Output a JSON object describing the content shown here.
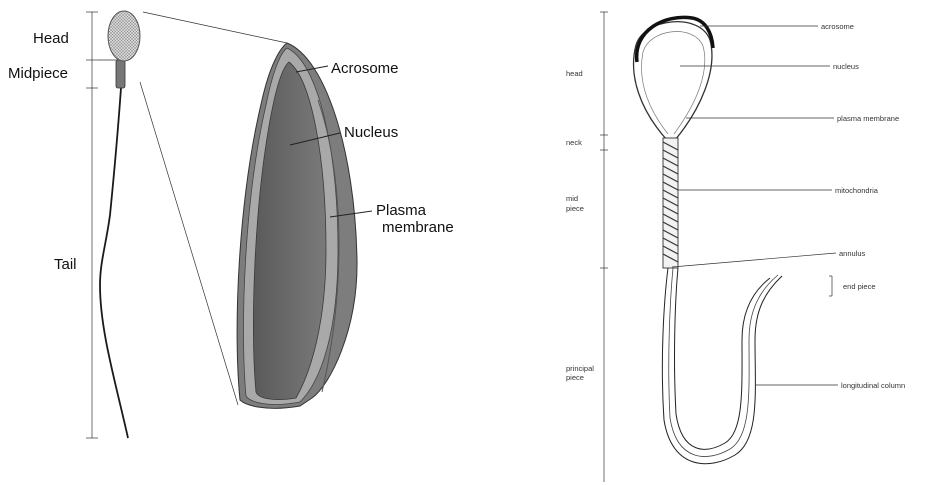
{
  "left_diagram": {
    "region_labels": {
      "head": "Head",
      "midpiece": "Midpiece",
      "tail": "Tail"
    },
    "detail_labels": {
      "acrosome": "Acrosome",
      "nucleus": "Nucleus",
      "plasma_membrane_line1": "Plasma",
      "plasma_membrane_line2": "membrane"
    }
  },
  "right_diagram": {
    "region_labels": {
      "head": "head",
      "neck": "neck",
      "mid_piece_line1": "mid",
      "mid_piece_line2": "piece",
      "principal_piece_line1": "principal",
      "principal_piece_line2": "piece"
    },
    "structure_labels": {
      "acrosome": "acrosome",
      "nucleus": "nucleus",
      "plasma_membrane": "plasma membrane",
      "mitochondria": "mitochondria",
      "annulus": "annulus",
      "end_piece": "end piece",
      "longitudinal_column": "longitudinal column"
    }
  }
}
